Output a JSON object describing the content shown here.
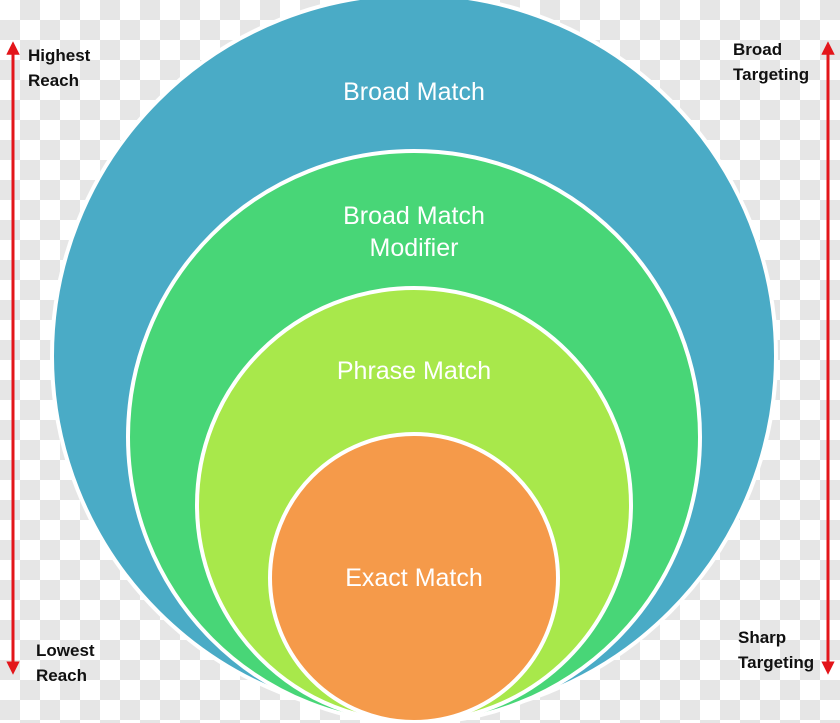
{
  "colors": {
    "ring_broad": "#4aabc6",
    "ring_modifier": "#48d677",
    "ring_phrase": "#a8e84b",
    "ring_exact": "#f59a4a",
    "ring_border": "#ffffff",
    "arrow": "#e3151a",
    "text_dark": "#111111",
    "text_light": "#ffffff"
  },
  "rings": [
    {
      "name": "Broad Match",
      "lines": [
        "Broad Match"
      ]
    },
    {
      "name": "Broad Match Modifier",
      "lines": [
        "Broad Match",
        "Modifier"
      ]
    },
    {
      "name": "Phrase Match",
      "lines": [
        "Phrase Match"
      ]
    },
    {
      "name": "Exact Match",
      "lines": [
        "Exact Match"
      ]
    }
  ],
  "left_axis": {
    "top_label": [
      "Highest",
      "Reach"
    ],
    "bottom_label": [
      "Lowest",
      "Reach"
    ]
  },
  "right_axis": {
    "top_label": [
      "Broad",
      "Targeting"
    ],
    "bottom_label": [
      "Sharp",
      "Targeting"
    ]
  }
}
